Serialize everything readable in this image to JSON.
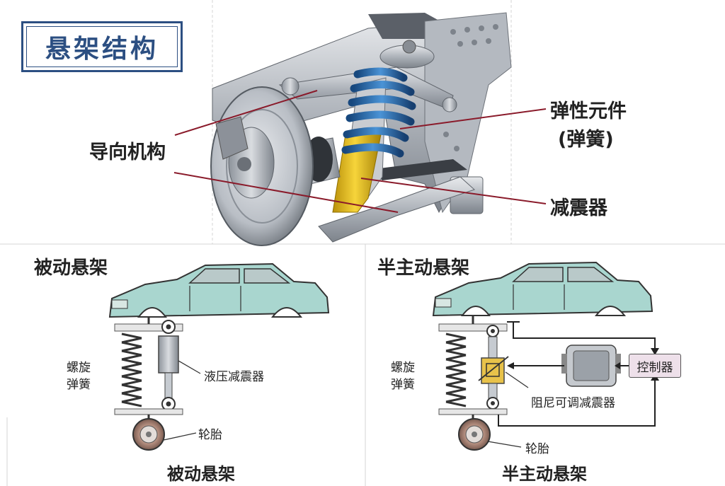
{
  "title": "悬架结构",
  "top_labels": {
    "guide": "导向机构",
    "elastic_line1": "弹性元件",
    "elastic_line2": "(弹簧)",
    "damper": "减震器"
  },
  "passive": {
    "heading": "被动悬架",
    "spring_line1": "螺旋",
    "spring_line2": "弹簧",
    "damper": "液压减震器",
    "tire": "轮胎",
    "footer": "被动悬架"
  },
  "semi_active": {
    "heading": "半主动悬架",
    "spring_line1": "螺旋",
    "spring_line2": "弹簧",
    "damper": "阻尼可调减震器",
    "controller": "控制器",
    "tire": "轮胎",
    "footer": "半主动悬架"
  },
  "colors": {
    "title": "#2c4f82",
    "car_body": "#a9d6cf",
    "spring_top": "#2f74b8",
    "shock_top": "#e6c21c",
    "adjustable_damper": "#e8c24a",
    "leader_line": "#8a1a2a",
    "controller_fill": "#eee0ea"
  }
}
